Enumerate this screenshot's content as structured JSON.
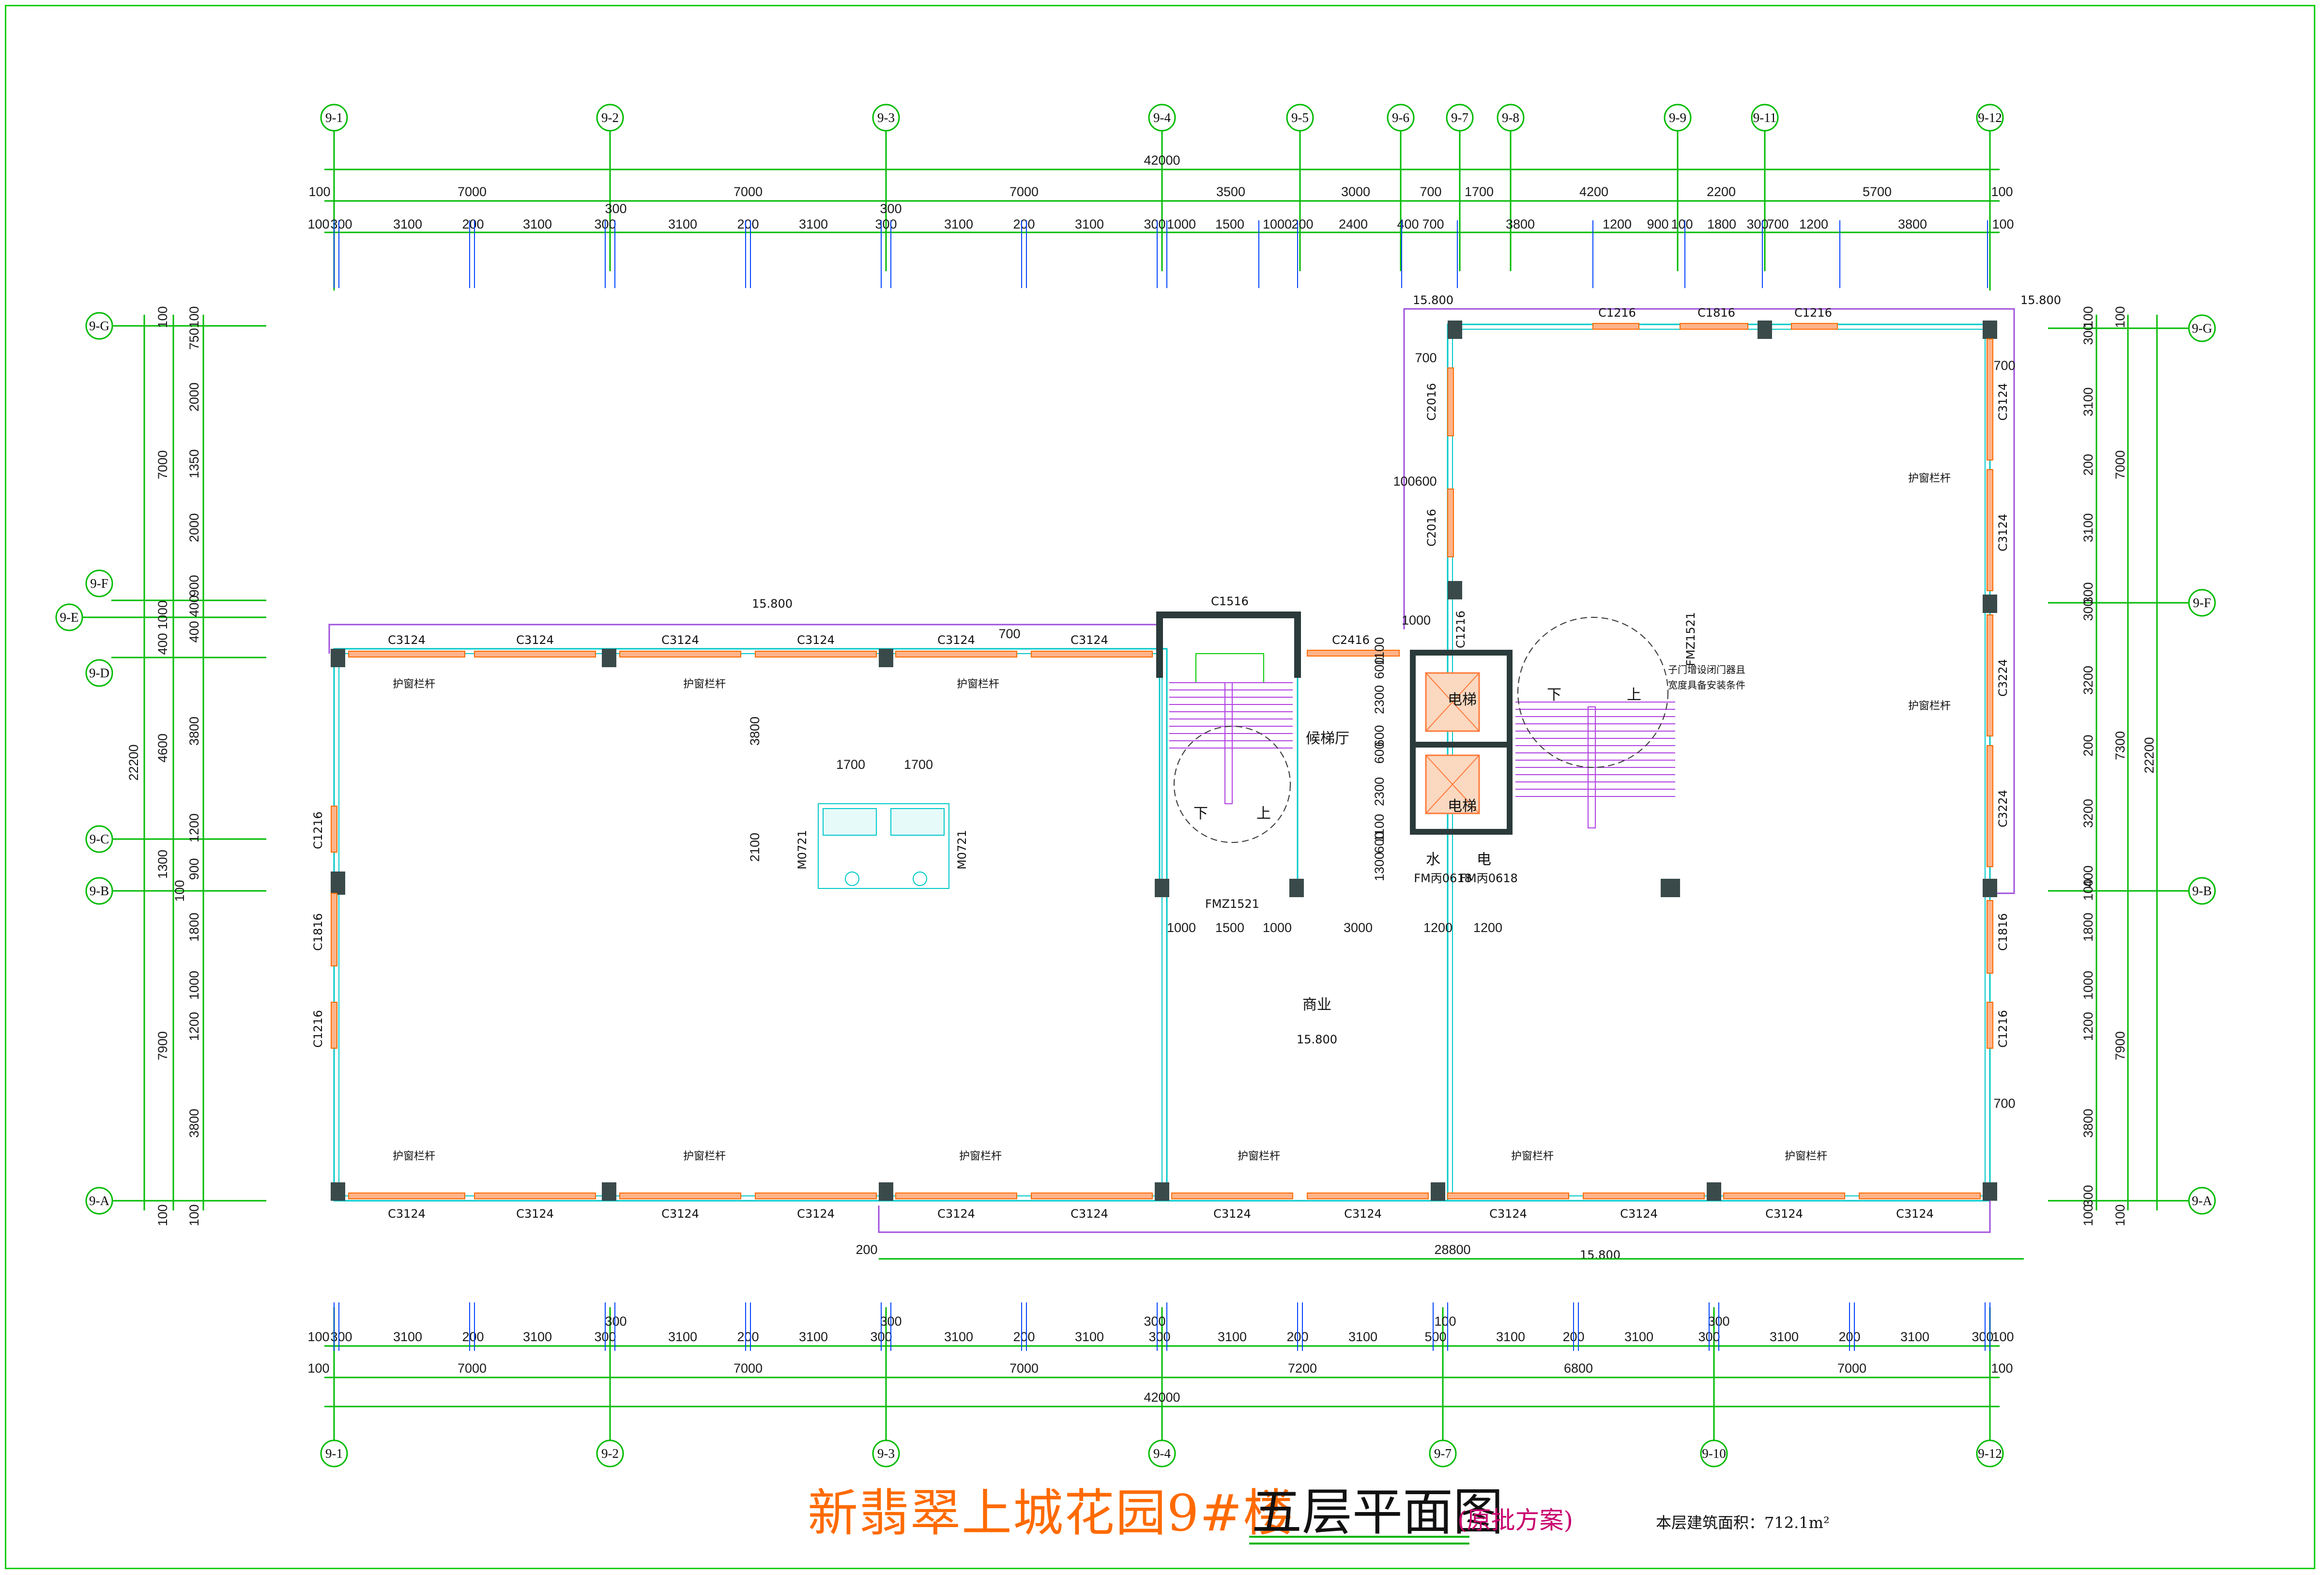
{
  "title": {
    "main": "新翡翠上城花园9#楼",
    "sub": "五层平面图",
    "note": "(原批方案)",
    "area": "本层建筑面积：712.1m²"
  },
  "axes": {
    "top": [
      "9-1",
      "9-2",
      "9-3",
      "9-4",
      "9-5",
      "9-6",
      "9-7",
      "9-8",
      "9-9",
      "9-11",
      "9-12"
    ],
    "bottom": [
      "9-1",
      "9-2",
      "9-3",
      "9-4",
      "9-7",
      "9-10",
      "9-12"
    ],
    "left": [
      "9-G",
      "9-F",
      "9-E",
      "9-D",
      "9-C",
      "9-B",
      "9-A"
    ],
    "right": [
      "9-G",
      "9-F",
      "9-B",
      "9-A"
    ]
  },
  "dims": {
    "top_total": "42000",
    "top_row1": [
      "100",
      "7000",
      "300",
      "7000",
      "300",
      "7000",
      "3500",
      "3000",
      "700",
      "1700",
      "4200",
      "2200",
      "5700",
      "100"
    ],
    "top_row2": [
      "100",
      "300",
      "3100",
      "200",
      "3100",
      "300",
      "3100",
      "200",
      "3100",
      "300",
      "3100",
      "200",
      "3100",
      "300",
      "1000",
      "1500",
      "1000",
      "200",
      "2400",
      "400",
      "700",
      "3800",
      "1200",
      "900",
      "100",
      "1800",
      "300",
      "700",
      "1200",
      "3800",
      "100"
    ],
    "bottom_total": "42000",
    "bottom_row1": [
      "100",
      "7000",
      "7000",
      "7000",
      "7200",
      "6800",
      "7000",
      "100"
    ],
    "bottom_row2": [
      "100",
      "300",
      "3100",
      "200",
      "3100",
      "300",
      "300",
      "3100",
      "200",
      "3100",
      "300",
      "300",
      "3100",
      "200",
      "3100",
      "500",
      "100",
      "3100",
      "200",
      "3100",
      "300",
      "300",
      "3100",
      "200",
      "3100",
      "300",
      "100"
    ],
    "bottom_extra": [
      "200",
      "28800"
    ],
    "left_outer": [
      "100",
      "7000",
      "1000",
      "400",
      "22200",
      "1300",
      "100",
      "7900",
      "100"
    ],
    "left_inner": [
      "100",
      "750",
      "2000",
      "1350",
      "2000",
      "900",
      "400",
      "400",
      "4600",
      "3800",
      "1200",
      "900",
      "1800",
      "1000",
      "1200",
      "3800",
      "100"
    ],
    "right_outer": [
      "100",
      "7000",
      "22200",
      "7300",
      "7900",
      "100"
    ],
    "right_inner": [
      "100",
      "300",
      "3100",
      "200",
      "3100",
      "300",
      "300",
      "3200",
      "200",
      "3200",
      "100",
      "400",
      "1800",
      "1000",
      "1200",
      "3800",
      "300",
      "100"
    ],
    "interior": [
      "1700",
      "1700",
      "3800",
      "2100",
      "1000",
      "1500",
      "1000",
      "3000",
      "1200",
      "1200",
      "700",
      "700",
      "700",
      "700",
      "600",
      "100",
      "1000",
      "2300",
      "1100",
      "600",
      "600",
      "600",
      "2300",
      "1100",
      "600",
      "1300"
    ]
  },
  "windows": [
    "C3124",
    "C3124",
    "C3124",
    "C3124",
    "C3124",
    "C3124",
    "C1516",
    "C2416",
    "C1216",
    "C1816",
    "C1216",
    "C2016",
    "C2016",
    "C1216",
    "C3124",
    "C3124",
    "C3224",
    "C3224",
    "C1216",
    "C1816",
    "C1216",
    "C1816",
    "C1216"
  ],
  "doors": [
    "FMZ1521",
    "FMZ1521",
    "FM丙0618",
    "FM丙0618",
    "M0721",
    "M0721"
  ],
  "labels": {
    "railing": "护窗栏杆",
    "elevator": "电梯",
    "lobby": "候梯厅",
    "commerce": "商业",
    "water": "水",
    "power": "电",
    "down": "下",
    "up": "上",
    "door_note1": "子门增设闭门器且",
    "door_note2": "宽度具备安装条件"
  },
  "levels": [
    "15.800",
    "15.800",
    "15.800",
    "15.800",
    "15.800"
  ]
}
